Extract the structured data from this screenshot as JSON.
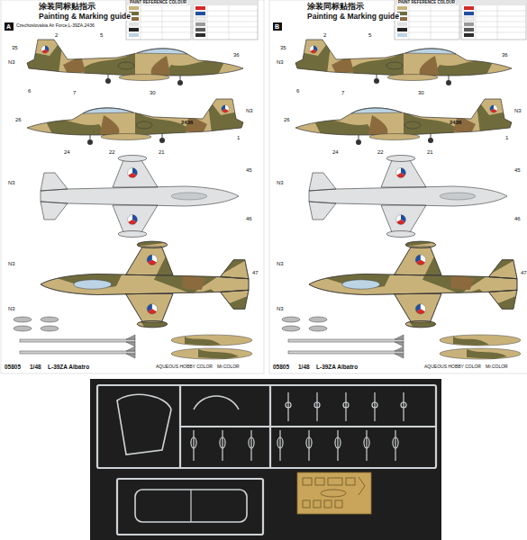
{
  "diagram": {
    "nodes": [
      {
        "text": [
          "A"
        ]
      },
      {
        "text": [
          "B"
        ]
      }
    ],
    "labels": [
      "涂装同标贴指示",
      "Painting & Marking guide",
      "Czechoslovakia Air Force,L-39ZA,2436",
      "PAINT REFERENCE COLOUR",
      "2436",
      "35",
      "N3",
      "2",
      "5",
      "36",
      "30",
      "6",
      "7",
      "N3",
      "26",
      "24",
      "22",
      "21",
      "1",
      "N3",
      "45",
      "46",
      "N3",
      "47",
      "N3",
      "05805",
      "1/48",
      "L-39ZA Albatro",
      "AQUEOUS HOBBY COLOR",
      "Mr.COLOR",
      "涂装同标贴指示",
      "Painting & Marking guide",
      "PAINT REFERENCE COLOUR",
      "2436",
      "35",
      "N3",
      "2",
      "5",
      "36",
      "30",
      "6",
      "7",
      "N3",
      "26",
      "24",
      "22",
      "21",
      "1",
      "N3",
      "45",
      "46",
      "N3",
      "47",
      "N3",
      "05805",
      "1/48",
      "L-39ZA Albatro",
      "AQUEOUS HOBBY COLOR",
      "Mr.COLOR"
    ]
  }
}
